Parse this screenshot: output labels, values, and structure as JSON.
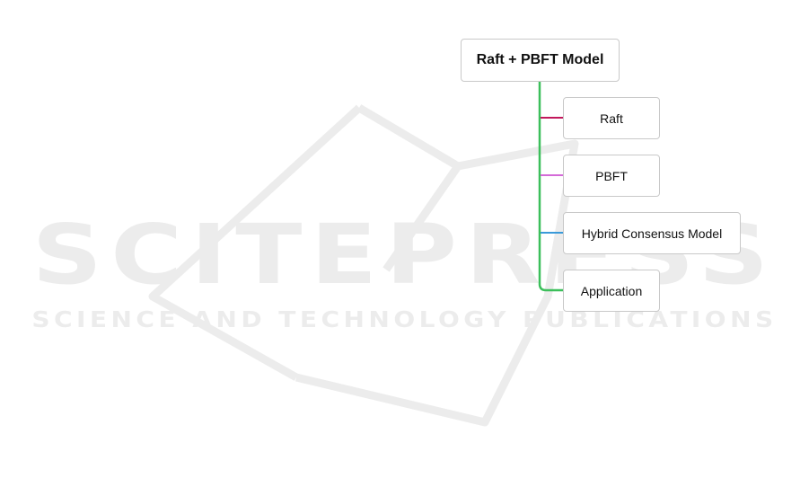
{
  "watermark": {
    "title": "SCITEPRESS",
    "subtitle": "SCIENCE AND TECHNOLOGY PUBLICATIONS"
  },
  "mindmap": {
    "root": {
      "label": "Raft + PBFT Model"
    },
    "children": [
      {
        "label": "Raft",
        "color": "#c2185b"
      },
      {
        "label": "PBFT",
        "color": "#d46ad8"
      },
      {
        "label": "Hybrid Consensus Model",
        "color": "#3a9ad9"
      },
      {
        "label": "Application",
        "color": "#3cbf5b"
      }
    ],
    "trunk_color": "#3cbf5b"
  }
}
